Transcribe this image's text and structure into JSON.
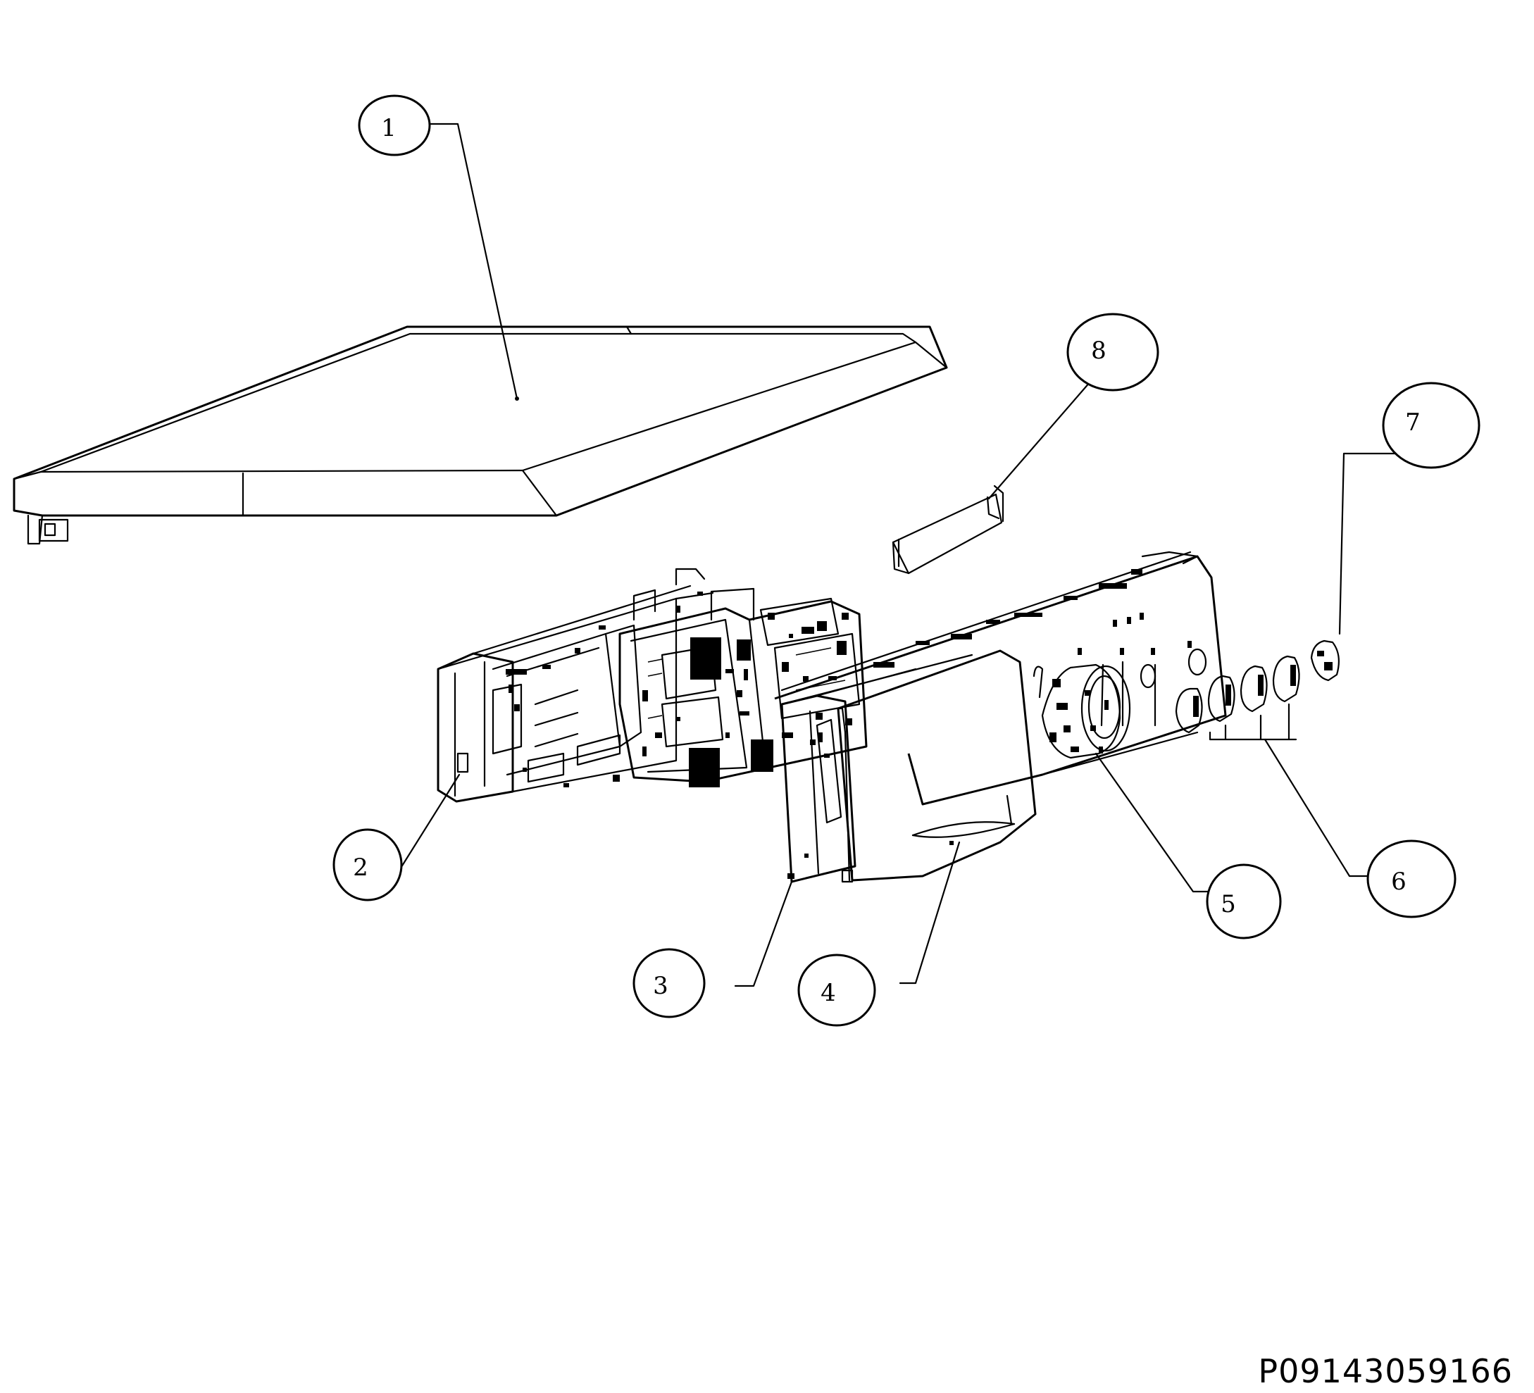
{
  "drawing_code": "P09143059166",
  "callouts": [
    {
      "id": "1",
      "label": "1"
    },
    {
      "id": "2",
      "label": "2"
    },
    {
      "id": "3",
      "label": "3"
    },
    {
      "id": "4",
      "label": "4"
    },
    {
      "id": "5",
      "label": "5"
    },
    {
      "id": "6",
      "label": "6"
    },
    {
      "id": "7",
      "label": "7"
    },
    {
      "id": "8",
      "label": "8"
    }
  ]
}
